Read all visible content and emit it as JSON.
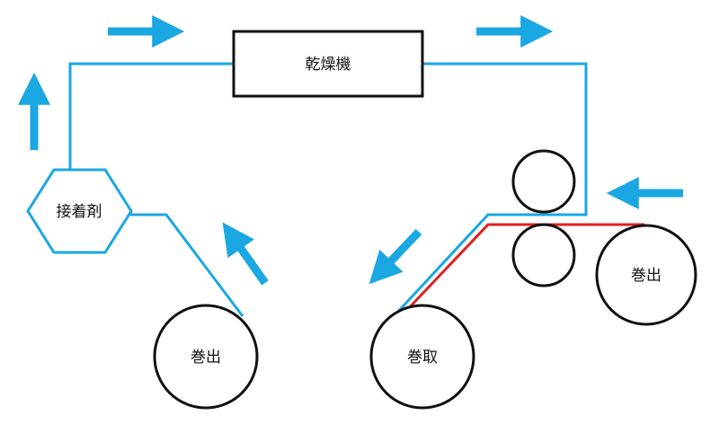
{
  "labels": {
    "dryer": "乾燥機",
    "adhesive": "接着剤",
    "unwind_left": "巻出",
    "rewind": "巻取",
    "unwind_right": "巻出"
  },
  "colors": {
    "film_line": "#1aa7e2",
    "second_film_line": "#e02020",
    "arrow": "#1aa7e2",
    "outline": "#111111"
  }
}
